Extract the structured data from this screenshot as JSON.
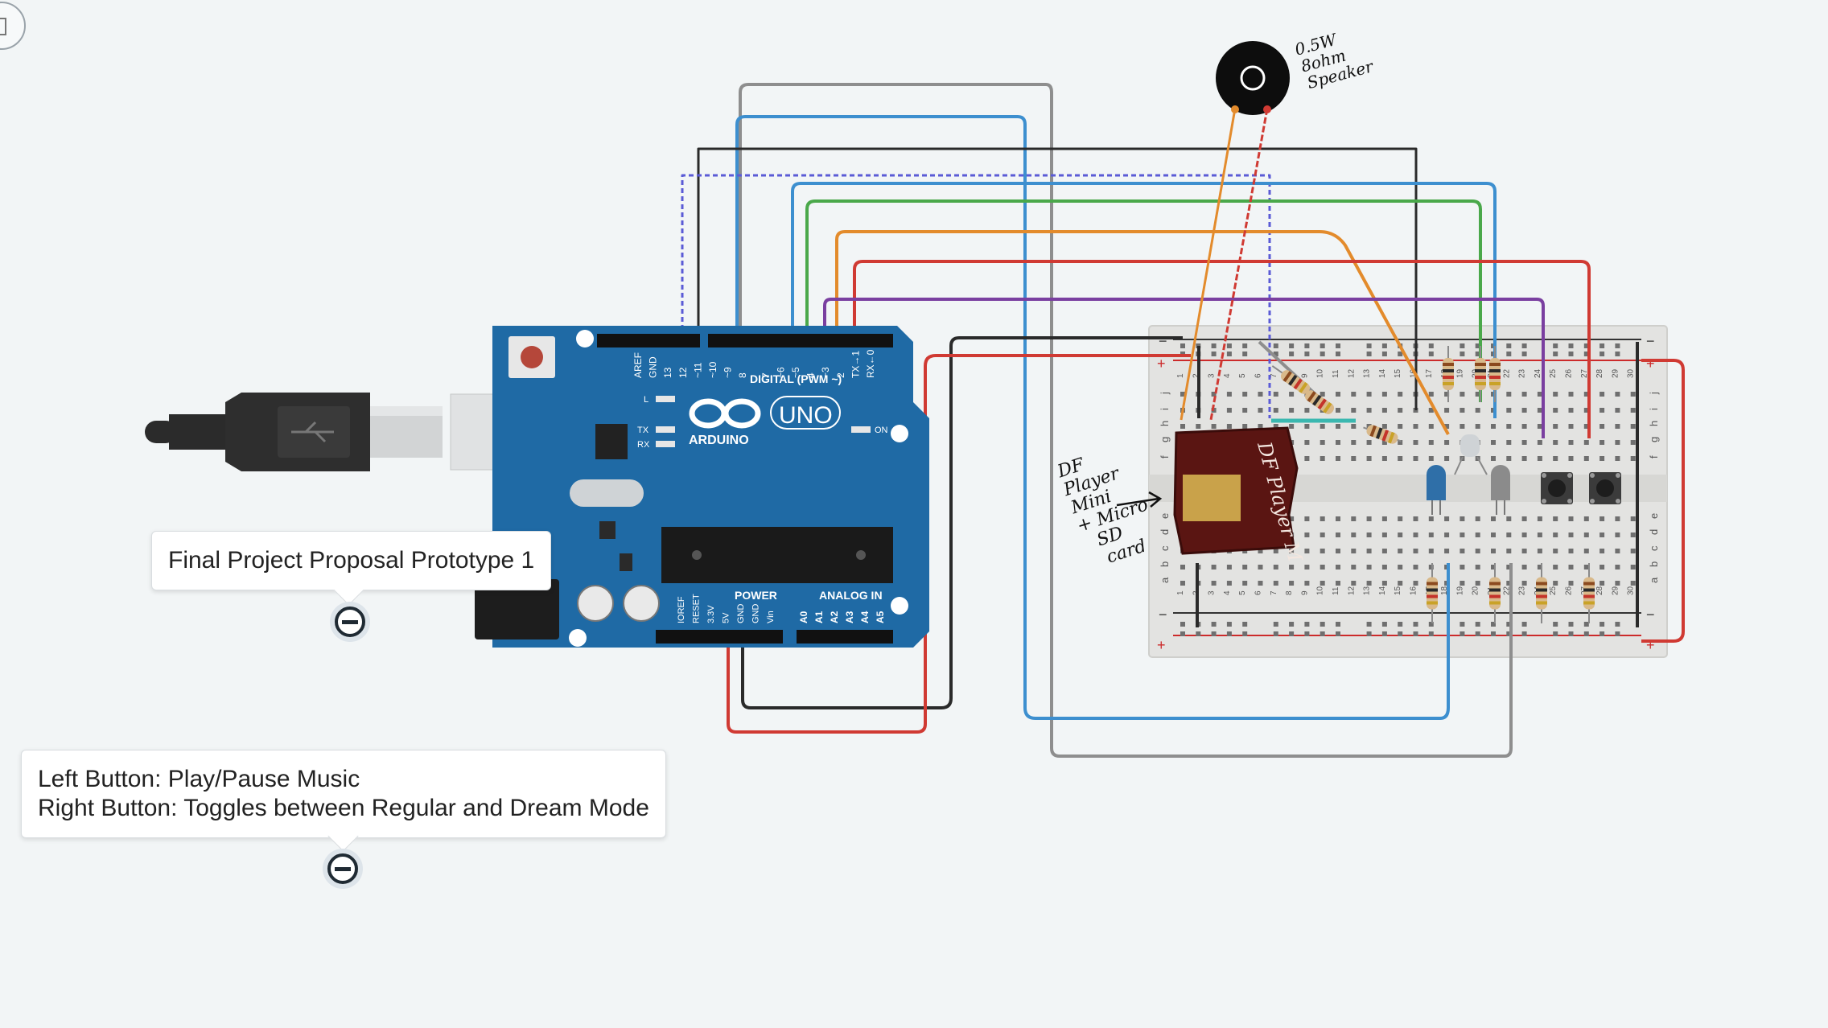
{
  "canvas": {
    "background": "#f2f5f6"
  },
  "notes": [
    {
      "lines": [
        "Final Project Proposal Prototype 1"
      ]
    },
    {
      "lines": [
        "Left Button: Play/Pause Music",
        "Right Button: Toggles between Regular and Dream Mode"
      ]
    }
  ],
  "arduino": {
    "brand": "ARDUINO",
    "model": "UNO",
    "digital_label": "DIGITAL (PWM ~)",
    "power_label": "POWER",
    "analog_label": "ANALOG IN",
    "on_label": "ON",
    "led_l": "L",
    "led_tx": "TX",
    "led_rx": "RX",
    "top_pins": [
      "AREF",
      "GND",
      "13",
      "12",
      "~11",
      "~10",
      "~9",
      "8",
      "7",
      "~6",
      "~5",
      "4",
      "~3",
      "2",
      "TX→1",
      "RX←0"
    ],
    "power_pins": [
      "IOREF",
      "RESET",
      "3.3V",
      "5V",
      "GND",
      "GND",
      "Vin"
    ],
    "analog_pins": [
      "A0",
      "A1",
      "A2",
      "A3",
      "A4",
      "A5"
    ],
    "board_color": "#1f6aa5"
  },
  "breadboard": {
    "row_letters_top": [
      "j",
      "i",
      "h",
      "g",
      "f"
    ],
    "row_letters_bottom": [
      "e",
      "d",
      "c",
      "b",
      "a"
    ],
    "columns": [
      "1",
      "2",
      "3",
      "4",
      "5",
      "6",
      "7",
      "8",
      "9",
      "10",
      "11",
      "12",
      "13",
      "14",
      "15",
      "16",
      "17",
      "18",
      "19",
      "20",
      "21",
      "22",
      "23",
      "24",
      "25",
      "26",
      "27",
      "28",
      "29",
      "30"
    ]
  },
  "annotations": {
    "speaker": [
      "0.5W",
      "8ohm",
      "Speaker"
    ],
    "dfplayer_label": "DF Player M",
    "dfplayer_note": [
      "DF",
      "Player",
      "Mini",
      "+ Micro",
      "SD",
      "card"
    ]
  },
  "wire_colors": {
    "gray": "#8e8e8e",
    "blue": "#3d8fcf",
    "black": "#2a2a2a",
    "purple_dash": "#5b5bd6",
    "green": "#4aa84a",
    "orange": "#e38b2c",
    "red": "#d03a33",
    "purple": "#7a3fa0"
  }
}
